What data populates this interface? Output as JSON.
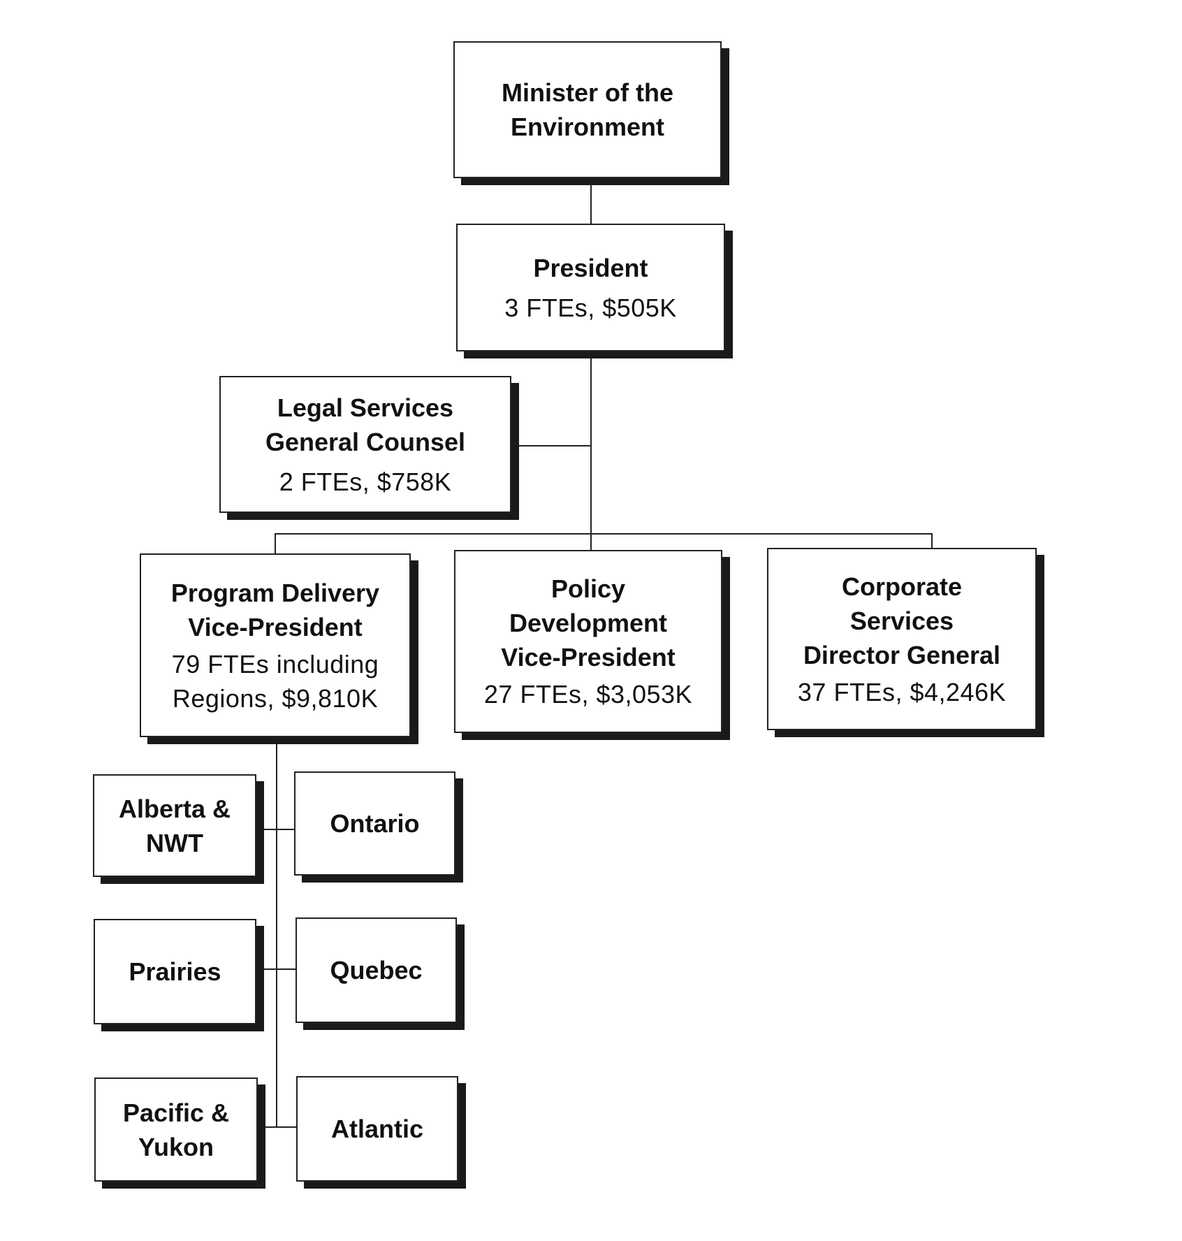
{
  "minister": {
    "title": [
      "Minister of the",
      "Environment"
    ]
  },
  "president": {
    "title": [
      "President"
    ],
    "detail": [
      "3 FTEs, $505K"
    ]
  },
  "legal": {
    "title": [
      "Legal Services",
      "General Counsel"
    ],
    "detail": [
      "2 FTEs, $758K"
    ]
  },
  "program": {
    "title": [
      "Program Delivery",
      "Vice-President"
    ],
    "detail": [
      "79 FTEs including",
      "Regions, $9,810K"
    ]
  },
  "policy": {
    "title": [
      "Policy",
      "Development",
      "Vice-President"
    ],
    "detail": [
      "27 FTEs, $3,053K"
    ]
  },
  "corporate": {
    "title": [
      "Corporate",
      "Services",
      "Director General"
    ],
    "detail": [
      "37 FTEs, $4,246K"
    ]
  },
  "regions": {
    "alberta": [
      "Alberta &",
      "NWT"
    ],
    "ontario": [
      "Ontario"
    ],
    "prairies": [
      "Prairies"
    ],
    "quebec": [
      "Quebec"
    ],
    "pacific": [
      "Pacific &",
      "Yukon"
    ],
    "atlantic": [
      "Atlantic"
    ]
  }
}
